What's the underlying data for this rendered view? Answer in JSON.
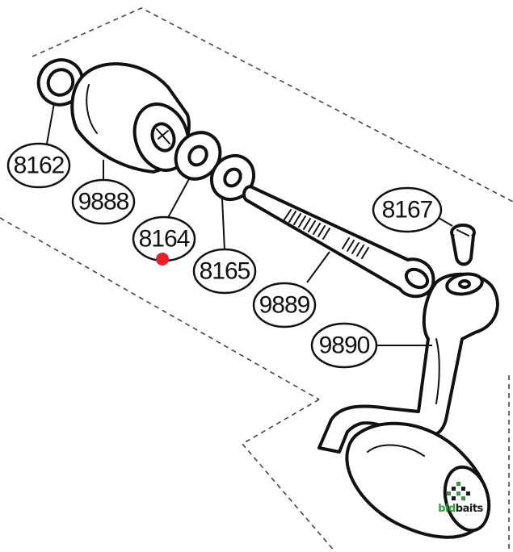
{
  "parts": [
    {
      "id": "p8162",
      "number": "8162"
    },
    {
      "id": "p9888",
      "number": "9888"
    },
    {
      "id": "p8164",
      "number": "8164"
    },
    {
      "id": "p8165",
      "number": "8165"
    },
    {
      "id": "p9889",
      "number": "9889"
    },
    {
      "id": "p8167",
      "number": "8167"
    },
    {
      "id": "p9890",
      "number": "9890"
    }
  ],
  "logo": {
    "text_main": "bid",
    "text_accent": "baits"
  },
  "colors": {
    "line": "#111111",
    "marker": "#e8222a",
    "logo_green": "#2e9e3a",
    "logo_dark": "#1a1a1a"
  }
}
